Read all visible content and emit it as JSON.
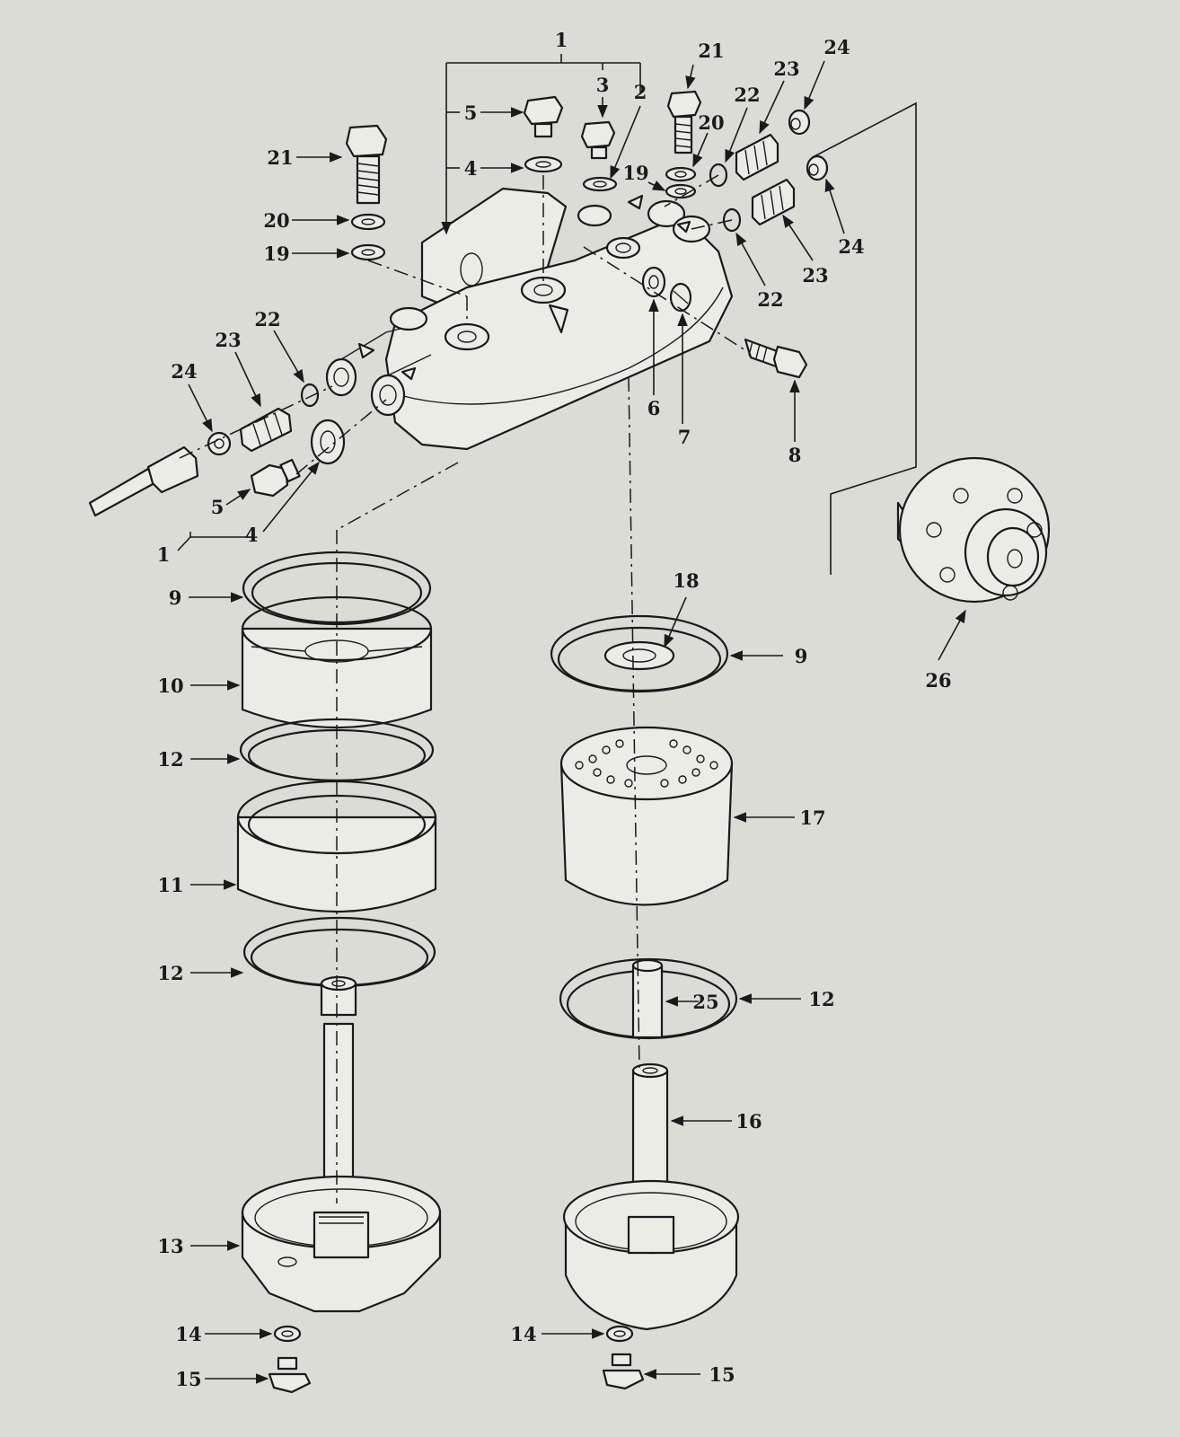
{
  "callouts": {
    "c1_top": "1",
    "c2": "2",
    "c3": "3",
    "c5_top": "5",
    "c4_top": "4",
    "c21_left": "21",
    "c20_left": "20",
    "c19_left": "19",
    "c21_right": "21",
    "c20_right": "20",
    "c19_right": "19",
    "c22_top": "22",
    "c23_top": "23",
    "c24_top": "24",
    "c24_right": "24",
    "c23_right": "23",
    "c22_right": "22",
    "c22_left": "22",
    "c23_left": "23",
    "c24_left": "24",
    "c6": "6",
    "c7": "7",
    "c8": "8",
    "c5_bottom": "5",
    "c4_bottom": "4",
    "c1_bottom": "1",
    "c9_left": "9",
    "c10": "10",
    "c12_left_upper": "12",
    "c11": "11",
    "c12_left_lower": "12",
    "c13": "13",
    "c14_left": "14",
    "c15_left": "15",
    "c18": "18",
    "c9_right": "9",
    "c17": "17",
    "c25": "25",
    "c12_right": "12",
    "c16": "16",
    "c14_right": "14",
    "c15_right": "15",
    "c26": "26"
  }
}
